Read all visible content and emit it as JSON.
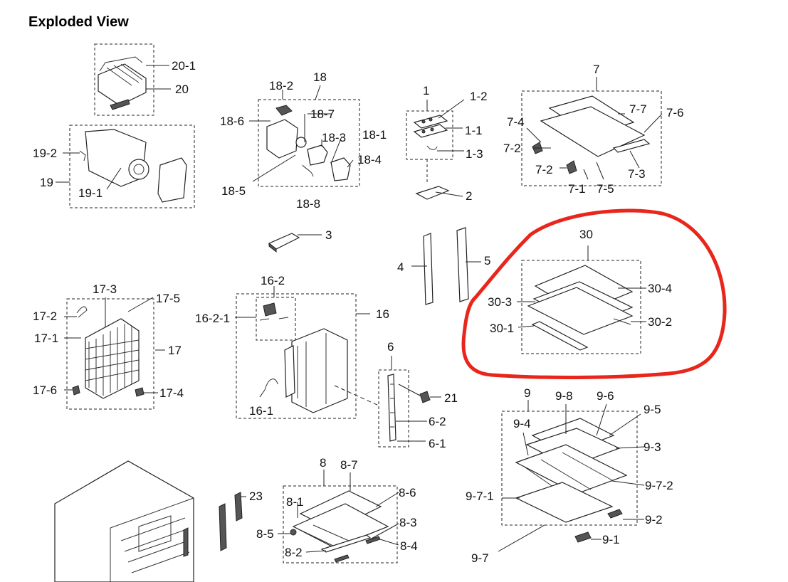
{
  "title": "Exploded View",
  "colors": {
    "highlight": "#e8261c",
    "line": "#222222"
  },
  "labels": {
    "l20_1": "20-1",
    "l20": "20",
    "l19_2": "19-2",
    "l19": "19",
    "l19_1": "19-1",
    "l18": "18",
    "l18_2": "18-2",
    "l18_6": "18-6",
    "l18_7": "18-7",
    "l18_3": "18-3",
    "l18_1": "18-1",
    "l18_4": "18-4",
    "l18_5": "18-5",
    "l18_8": "18-8",
    "l1": "1",
    "l1_2": "1-2",
    "l1_1": "1-1",
    "l1_3": "1-3",
    "l2": "2",
    "l7": "7",
    "l7_7": "7-7",
    "l7_6": "7-6",
    "l7_4": "7-4",
    "l7_2a": "7-2",
    "l7_2b": "7-2",
    "l7_1": "7-1",
    "l7_5": "7-5",
    "l7_3": "7-3",
    "l3": "3",
    "l4": "4",
    "l5": "5",
    "l30": "30",
    "l30_4": "30-4",
    "l30_3": "30-3",
    "l30_2": "30-2",
    "l30_1": "30-1",
    "l17_3": "17-3",
    "l17_2": "17-2",
    "l17_5": "17-5",
    "l17_1": "17-1",
    "l17": "17",
    "l17_6": "17-6",
    "l17_4": "17-4",
    "l16_2": "16-2",
    "l16_2_1": "16-2-1",
    "l16": "16",
    "l16_1": "16-1",
    "l6": "6",
    "l21": "21",
    "l6_2": "6-2",
    "l6_1": "6-1",
    "l9": "9",
    "l9_8": "9-8",
    "l9_6": "9-6",
    "l9_5": "9-5",
    "l9_4": "9-4",
    "l9_3": "9-3",
    "l9_7_2": "9-7-2",
    "l9_7_1": "9-7-1",
    "l9_2": "9-2",
    "l9_1": "9-1",
    "l9_7": "9-7",
    "l8": "8",
    "l8_7": "8-7",
    "l8_6": "8-6",
    "l8_1": "8-1",
    "l8_3": "8-3",
    "l8_5": "8-5",
    "l8_4": "8-4",
    "l8_2": "8-2",
    "l23": "23"
  }
}
